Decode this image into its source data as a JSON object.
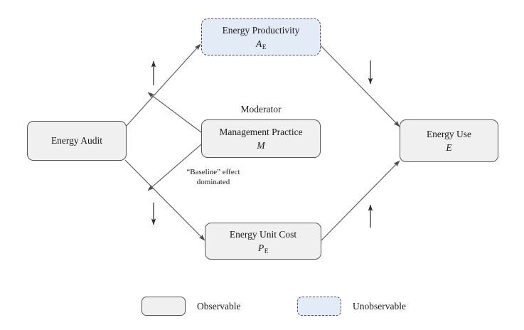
{
  "diagram": {
    "nodes": [
      {
        "id": "energy-audit",
        "title": "Energy Audit",
        "symbol": "",
        "type": "observable"
      },
      {
        "id": "energy-productivity",
        "title": "Energy Productivity",
        "symbol": "A",
        "subscript": "E",
        "type": "unobservable"
      },
      {
        "id": "management-practice",
        "title": "Management Practice",
        "symbol": "M",
        "subscript": "",
        "type": "observable"
      },
      {
        "id": "energy-unit-cost",
        "title": "Energy Unit Cost",
        "symbol": "P",
        "subscript": "E",
        "type": "observable"
      },
      {
        "id": "energy-use",
        "title": "Energy Use",
        "symbol": "E",
        "subscript": "",
        "type": "observable"
      }
    ],
    "labels": {
      "moderator": "Moderator",
      "baseline_line1": "“Baseline” effect",
      "baseline_line2": "dominated"
    },
    "effect_markers": {
      "audit_to_productivity": "↑",
      "productivity_to_use": "↓",
      "audit_to_cost": "↓",
      "cost_to_use": "↑"
    }
  },
  "legend": {
    "items": [
      {
        "label": "Observable",
        "style": "observable"
      },
      {
        "label": "Unobservable",
        "style": "unobservable"
      }
    ]
  },
  "colors": {
    "observable_fill": "#f0f0f0",
    "unobservable_fill": "#e3ebf7",
    "border": "#555555",
    "dashed_border": "#4a4a5c",
    "arrow": "#5a5a5a",
    "text": "#1a1a1a"
  }
}
